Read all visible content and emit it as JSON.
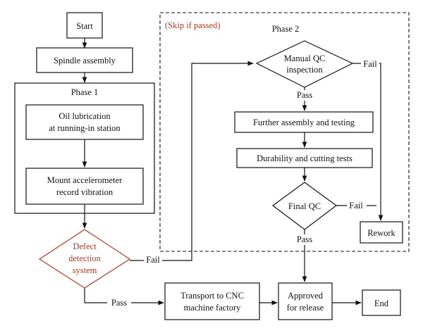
{
  "colors": {
    "accent_red": "#c8361b",
    "stroke": "#111111",
    "background": "#ffffff"
  },
  "regions": {
    "phase1": "Phase 1",
    "phase2": "Phase 2",
    "skip_note": "(Skip if passed)"
  },
  "nodes": {
    "start": "Start",
    "spindle": "Spindle assembly",
    "oil": [
      "Oil lubrication",
      "at running-in station"
    ],
    "mount": [
      "Mount accelerometer",
      "record vibration"
    ],
    "defect": [
      "Defect",
      "detection",
      "system"
    ],
    "manual_qc": [
      "Manual QC",
      "inspection"
    ],
    "further": "Further assembly and testing",
    "durability": "Durability and cutting tests",
    "final_qc": "Final QC",
    "rework": "Rework",
    "transport": [
      "Transport to CNC",
      "machine factory"
    ],
    "approved": [
      "Approved",
      "for release"
    ],
    "end": "End"
  },
  "edge_labels": {
    "defect_fail": "Fail",
    "defect_pass": "Pass",
    "manual_fail": "Fail",
    "manual_pass": "Pass",
    "final_fail": "Fail",
    "final_pass": "Pass"
  }
}
